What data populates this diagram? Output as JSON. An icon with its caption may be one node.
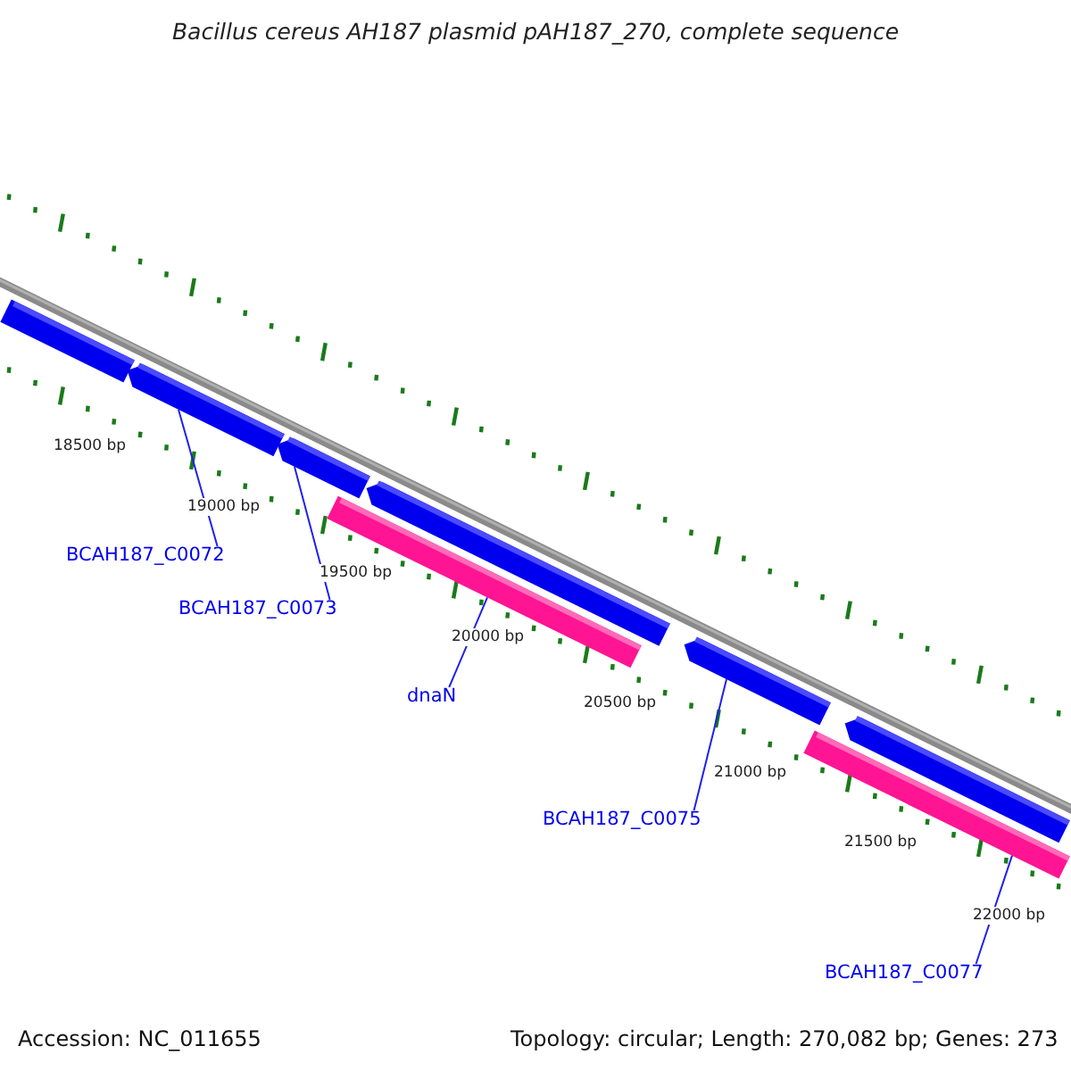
{
  "diagram": {
    "title": "Bacillus cereus AH187 plasmid pAH187_270, complete sequence",
    "nodes": [
      {
        "text": [],
        "shape": "bar"
      },
      {
        "text": [],
        "shape": "bar"
      },
      {
        "text": [],
        "shape": "bar"
      },
      {
        "text": [],
        "shape": "bar"
      },
      {
        "text": [],
        "shape": "bar"
      },
      {
        "text": [],
        "shape": "bar"
      },
      {
        "text": [],
        "shape": "bar"
      },
      {
        "text": [],
        "shape": "bar"
      },
      {
        "text": [
          "BCAH187_C0072"
        ]
      },
      {
        "text": [
          "BCAH187_C0073"
        ]
      },
      {
        "text": [
          "dnaN"
        ]
      },
      {
        "text": [
          "BCAH187_C0075"
        ]
      },
      {
        "text": [
          "BCAH187_C0077"
        ]
      }
    ],
    "edges": [
      {
        "from": 8,
        "to": 1,
        "arrow": "none"
      },
      {
        "from": 9,
        "to": 2,
        "arrow": "none"
      },
      {
        "from": 10,
        "to": 3,
        "arrow": "none"
      },
      {
        "from": 11,
        "to": 5,
        "arrow": "none"
      },
      {
        "from": 12,
        "to": 6,
        "arrow": "none"
      }
    ],
    "labels": [
      "18500 bp",
      "19000 bp",
      "19500 bp",
      "20000 bp",
      "20500 bp",
      "21000 bp",
      "21500 bp",
      "22000 bp",
      "Accession: NC_011655",
      "Topology: circular; Length: 270,082 bp; Genes: 273"
    ]
  }
}
